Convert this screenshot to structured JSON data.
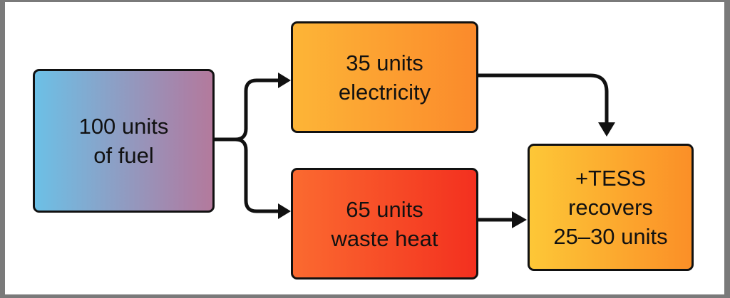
{
  "nodes": {
    "fuel": {
      "line1": "100 units",
      "line2": "of fuel"
    },
    "electricity": {
      "line1": "35 units",
      "line2": "electricity"
    },
    "waste_heat": {
      "line1": "65 units",
      "line2": "waste heat"
    },
    "tess": {
      "line1": "+TESS",
      "line2": "recovers",
      "line3": "25–30 units"
    }
  },
  "colors": {
    "fuel_from": "#6cc0e6",
    "fuel_to": "#b37a9c",
    "electricity": "#fb9e30",
    "waste_heat": "#f5421f",
    "tess": "#fcae2f",
    "stroke": "#111111"
  }
}
